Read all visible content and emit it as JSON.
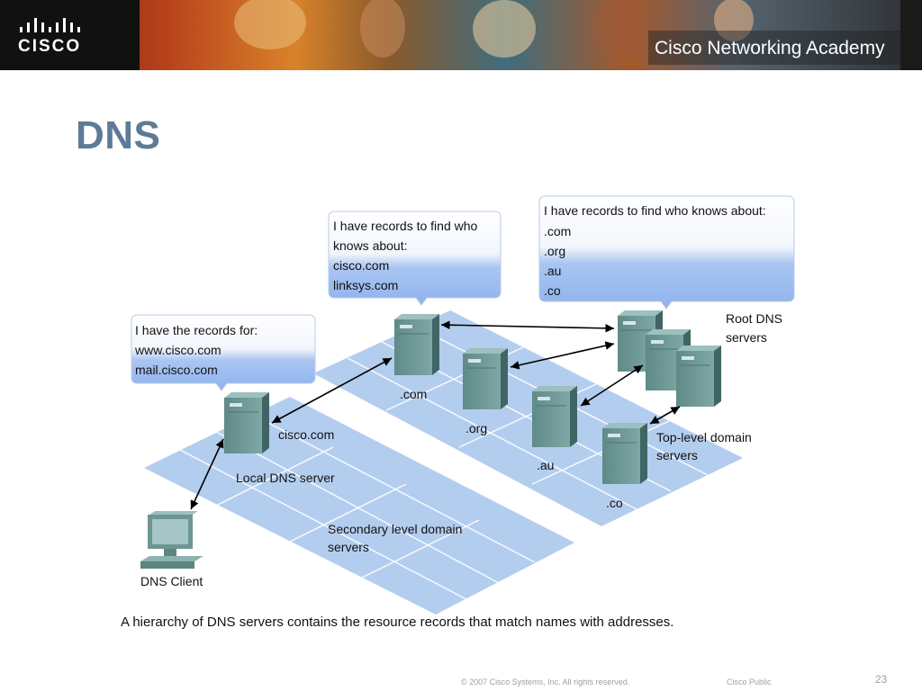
{
  "header": {
    "logo_text": "CISCO",
    "academy_text": "Cisco Networking Academy"
  },
  "slide": {
    "title": "DNS",
    "caption": "A hierarchy of DNS servers contains the resource records that match names with addresses."
  },
  "diagram": {
    "bubbles": {
      "local": [
        "I have the records for:",
        "www.cisco.com",
        "mail.cisco.com"
      ],
      "com": [
        "I have records to find who",
        "knows about:",
        "cisco.com",
        "linksys.com"
      ],
      "root": [
        "I have records to find who knows about:",
        ".com",
        ".org",
        ".au",
        ".co"
      ]
    },
    "labels": {
      "root": [
        "Root DNS",
        "servers"
      ],
      "tld": [
        "Top-level domain",
        "servers"
      ],
      "com": ".com",
      "org": ".org",
      "au": ".au",
      "co": ".co",
      "cisco": "cisco.com",
      "local": "Local DNS server",
      "secondary": [
        "Secondary level domain",
        "servers"
      ],
      "client": "DNS Client"
    }
  },
  "footer": {
    "copyright": "© 2007 Cisco Systems, Inc. All rights reserved.",
    "classification": "Cisco Public",
    "page": "23"
  }
}
